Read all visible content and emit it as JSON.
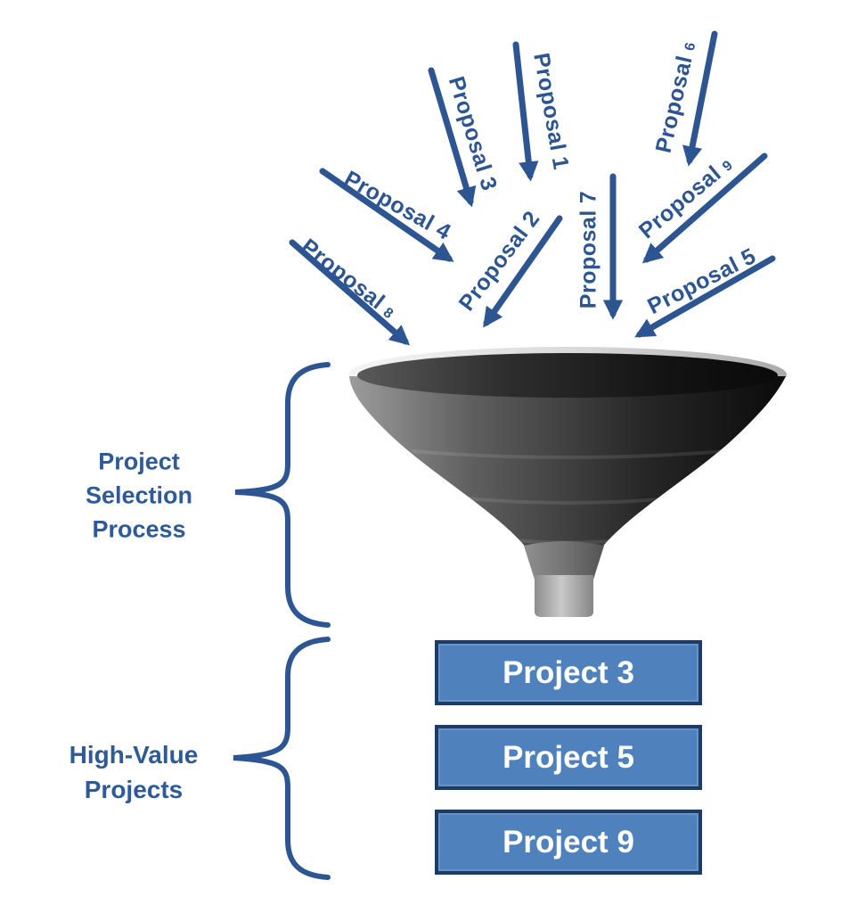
{
  "diagram": {
    "proposals": [
      {
        "word": "Proposal",
        "number": "1",
        "small_number": false
      },
      {
        "word": "Proposal",
        "number": "2",
        "small_number": false
      },
      {
        "word": "Proposal",
        "number": "3",
        "small_number": false
      },
      {
        "word": "Proposal",
        "number": "4",
        "small_number": false
      },
      {
        "word": "Proposal",
        "number": "5",
        "small_number": false
      },
      {
        "word": "Proposal",
        "number": "6",
        "small_number": true
      },
      {
        "word": "Proposal",
        "number": "7",
        "small_number": false
      },
      {
        "word": "Proposal",
        "number": "8",
        "small_number": true
      },
      {
        "word": "Proposal",
        "number": "9",
        "small_number": true
      }
    ],
    "labels": {
      "selection": {
        "line1": "Project",
        "line2": "Selection",
        "line3": "Process"
      },
      "high_value": {
        "line1": "High-Value",
        "line2": "Projects"
      }
    },
    "projects": [
      {
        "label": "Project 3"
      },
      {
        "label": "Project 5"
      },
      {
        "label": "Project 9"
      }
    ],
    "colors": {
      "navy": "#2d5591",
      "box_fill": "#4f81bd",
      "box_border": "#1c3c68",
      "box_text": "#ffffff"
    }
  }
}
